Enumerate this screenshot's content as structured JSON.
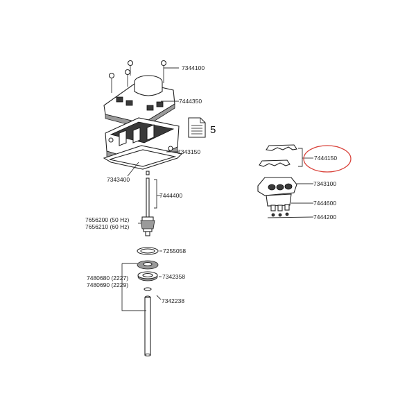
{
  "labels": {
    "screws": "7344100",
    "cover": "7444350",
    "housing": "7343150",
    "gasket": "7343400",
    "shaft": "7444400",
    "rotor": "7656200 (50 Hz)\n7656210 (60 Hz)",
    "ring1": "7255058",
    "bearing_set": "7480680 (2227)\n7480690 (2229)",
    "ring2": "7342358",
    "ring3": "7342238",
    "doc_count": "5",
    "clips": "7444150",
    "valve_block": "7343100",
    "nozzles": "7444600",
    "seals": "7444200"
  },
  "highlight": {
    "color": "#d9423a"
  }
}
